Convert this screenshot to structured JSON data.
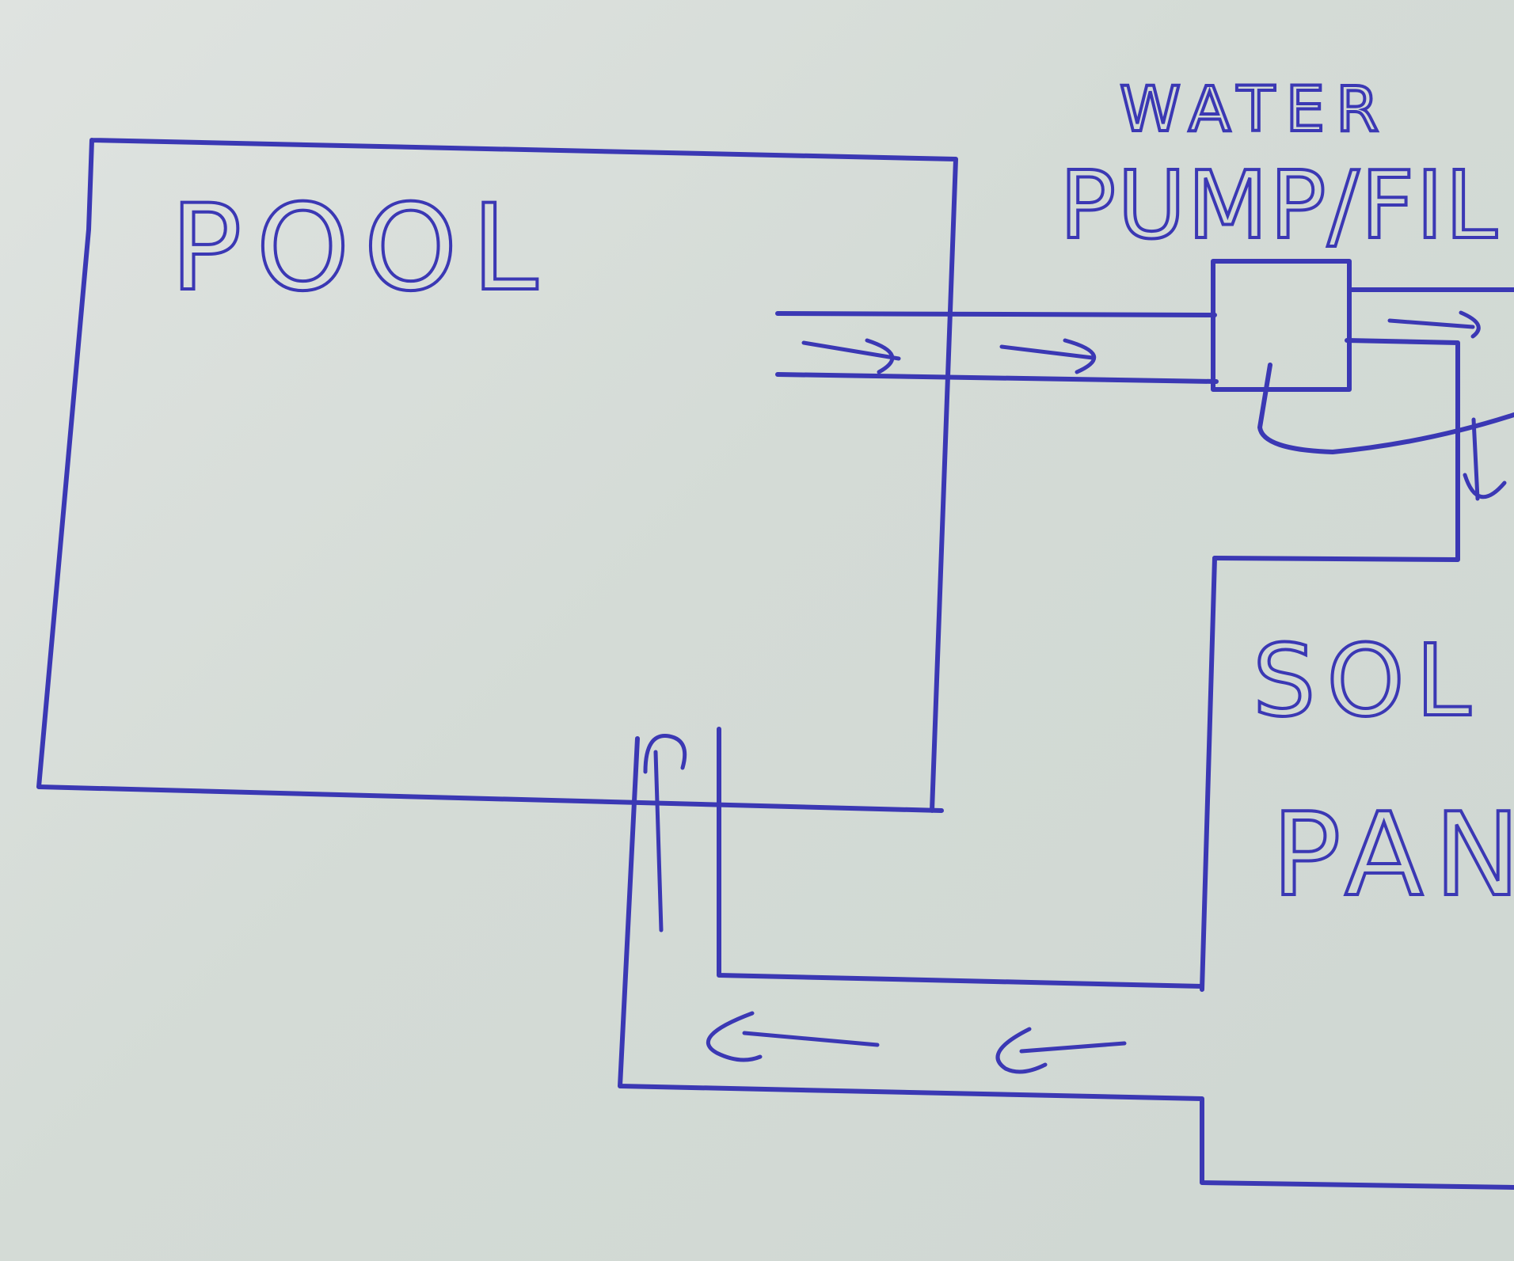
{
  "labels": {
    "pool": "POOL",
    "pump_line1": "WATER",
    "pump_line2": "PUMP/FIL",
    "solar_line1": "SOL",
    "solar_line2": "PAN"
  },
  "colors": {
    "ink": "#3b38b4",
    "paper": "#d6dcd8"
  }
}
